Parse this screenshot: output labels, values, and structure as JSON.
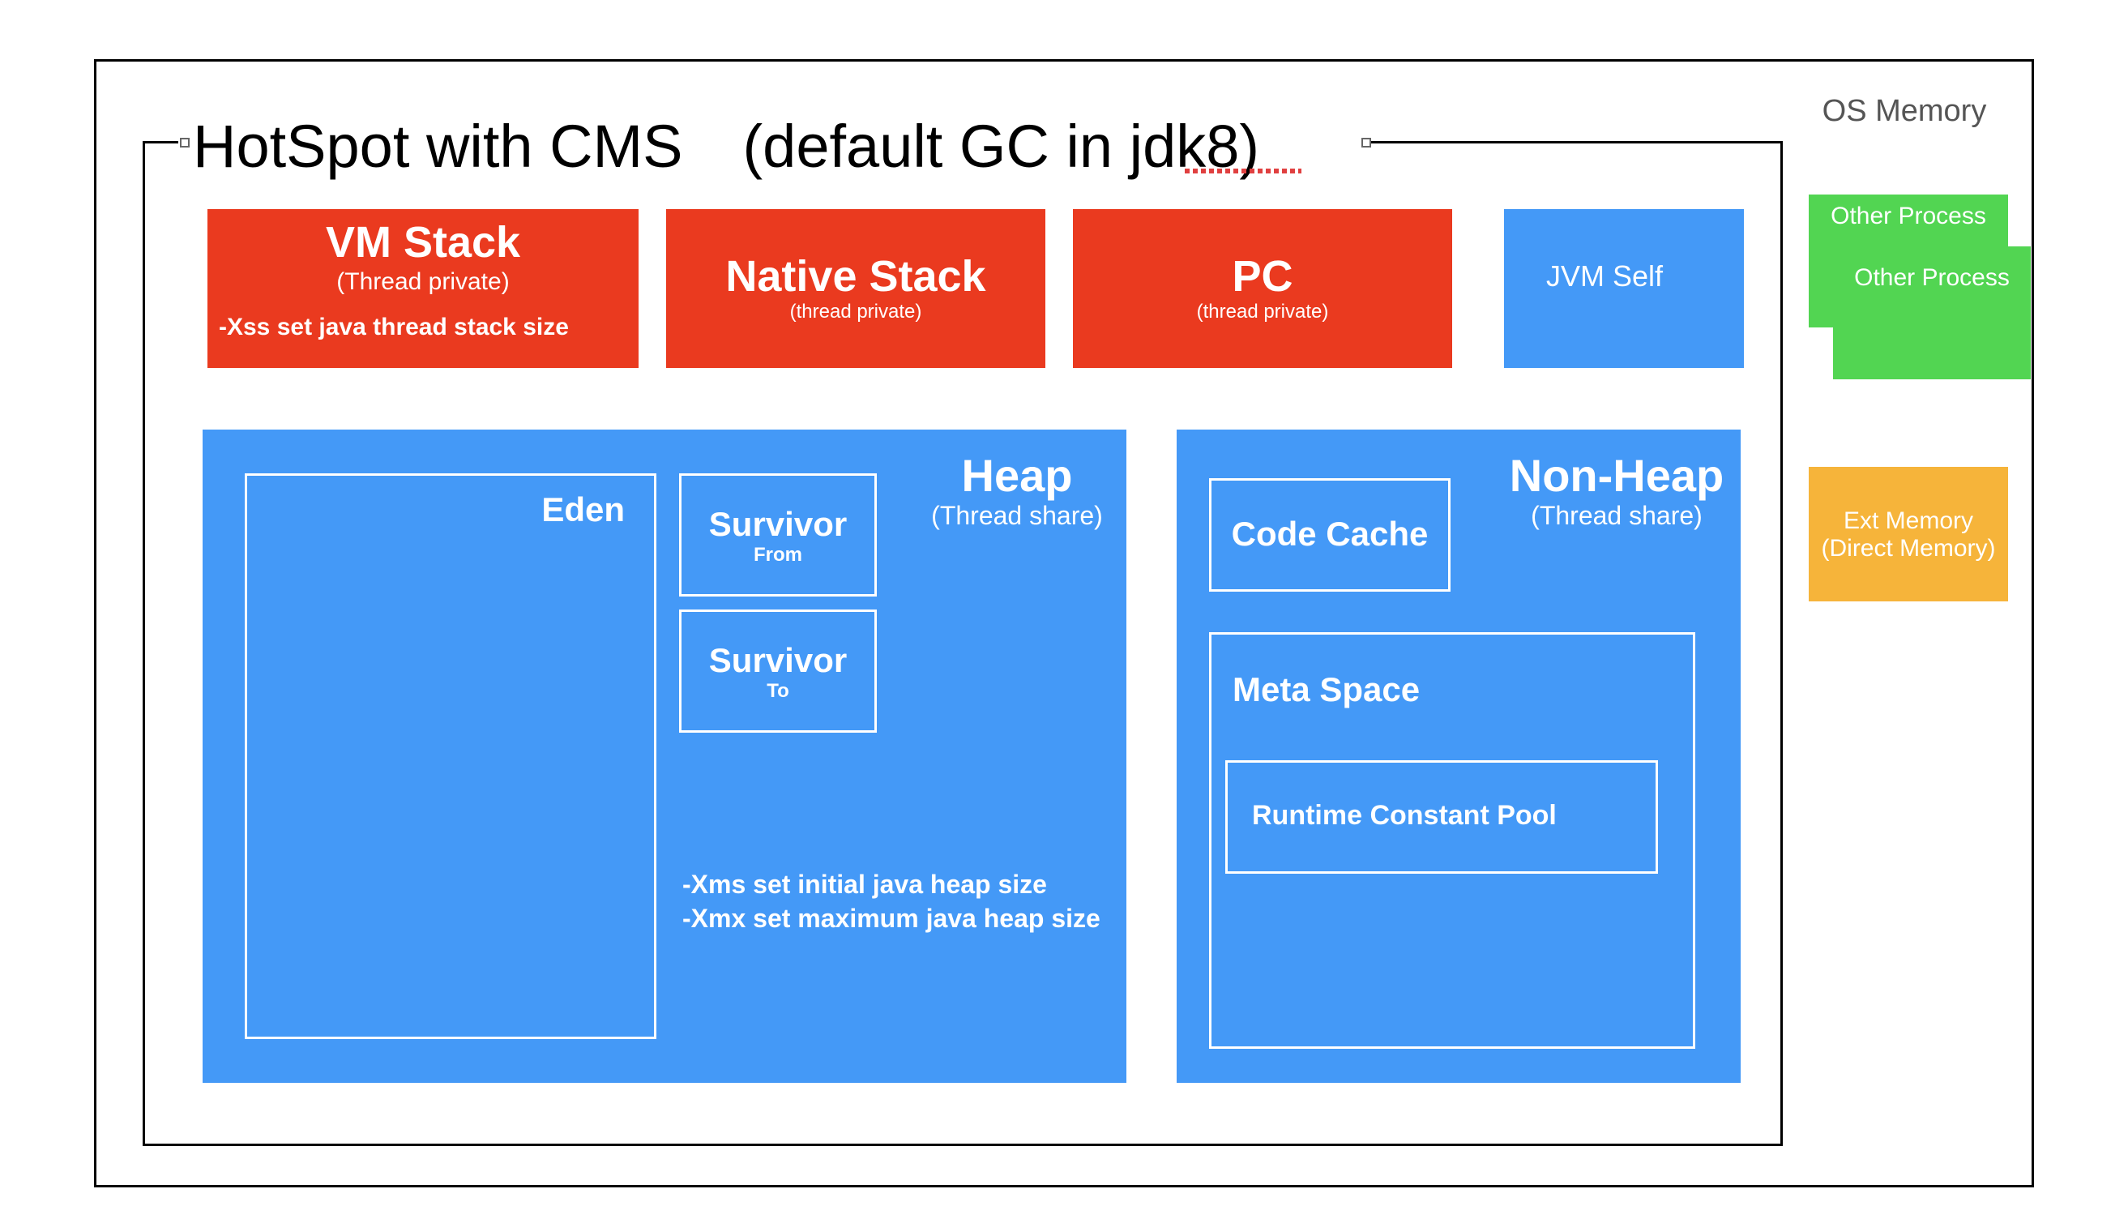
{
  "os": {
    "label": "OS Memory"
  },
  "title": "HotSpot with CMS　(default GC in jdk8)",
  "vm_stack": {
    "title": "VM Stack",
    "subtitle": "(Thread private)",
    "note": "-Xss  set java thread stack size"
  },
  "native_stack": {
    "title": "Native Stack",
    "subtitle": "(thread private)"
  },
  "pc": {
    "title": "PC",
    "subtitle": "(thread private)"
  },
  "jvm_self": {
    "label": "JVM Self"
  },
  "other_process": [
    {
      "label": "Other Process"
    },
    {
      "label": "Other Process"
    }
  ],
  "ext_memory": {
    "line1": "Ext Memory",
    "line2": "(Direct Memory)"
  },
  "heap": {
    "title": "Heap",
    "subtitle": "(Thread share)",
    "eden": "Eden",
    "survivor_from": {
      "title": "Survivor",
      "sub": "From"
    },
    "survivor_to": {
      "title": "Survivor",
      "sub": "To"
    },
    "notes": [
      "-Xms  set initial java heap size",
      "-Xmx  set maximum java heap size"
    ]
  },
  "non_heap": {
    "title": "Non-Heap",
    "subtitle": "(Thread share)",
    "code_cache": "Code Cache",
    "meta_space": "Meta Space",
    "runtime_constant_pool": "Runtime Constant Pool"
  },
  "colors": {
    "red": "#ea3a1f",
    "blue": "#4499f7",
    "green": "#52d552",
    "orange": "#f6b43a"
  }
}
